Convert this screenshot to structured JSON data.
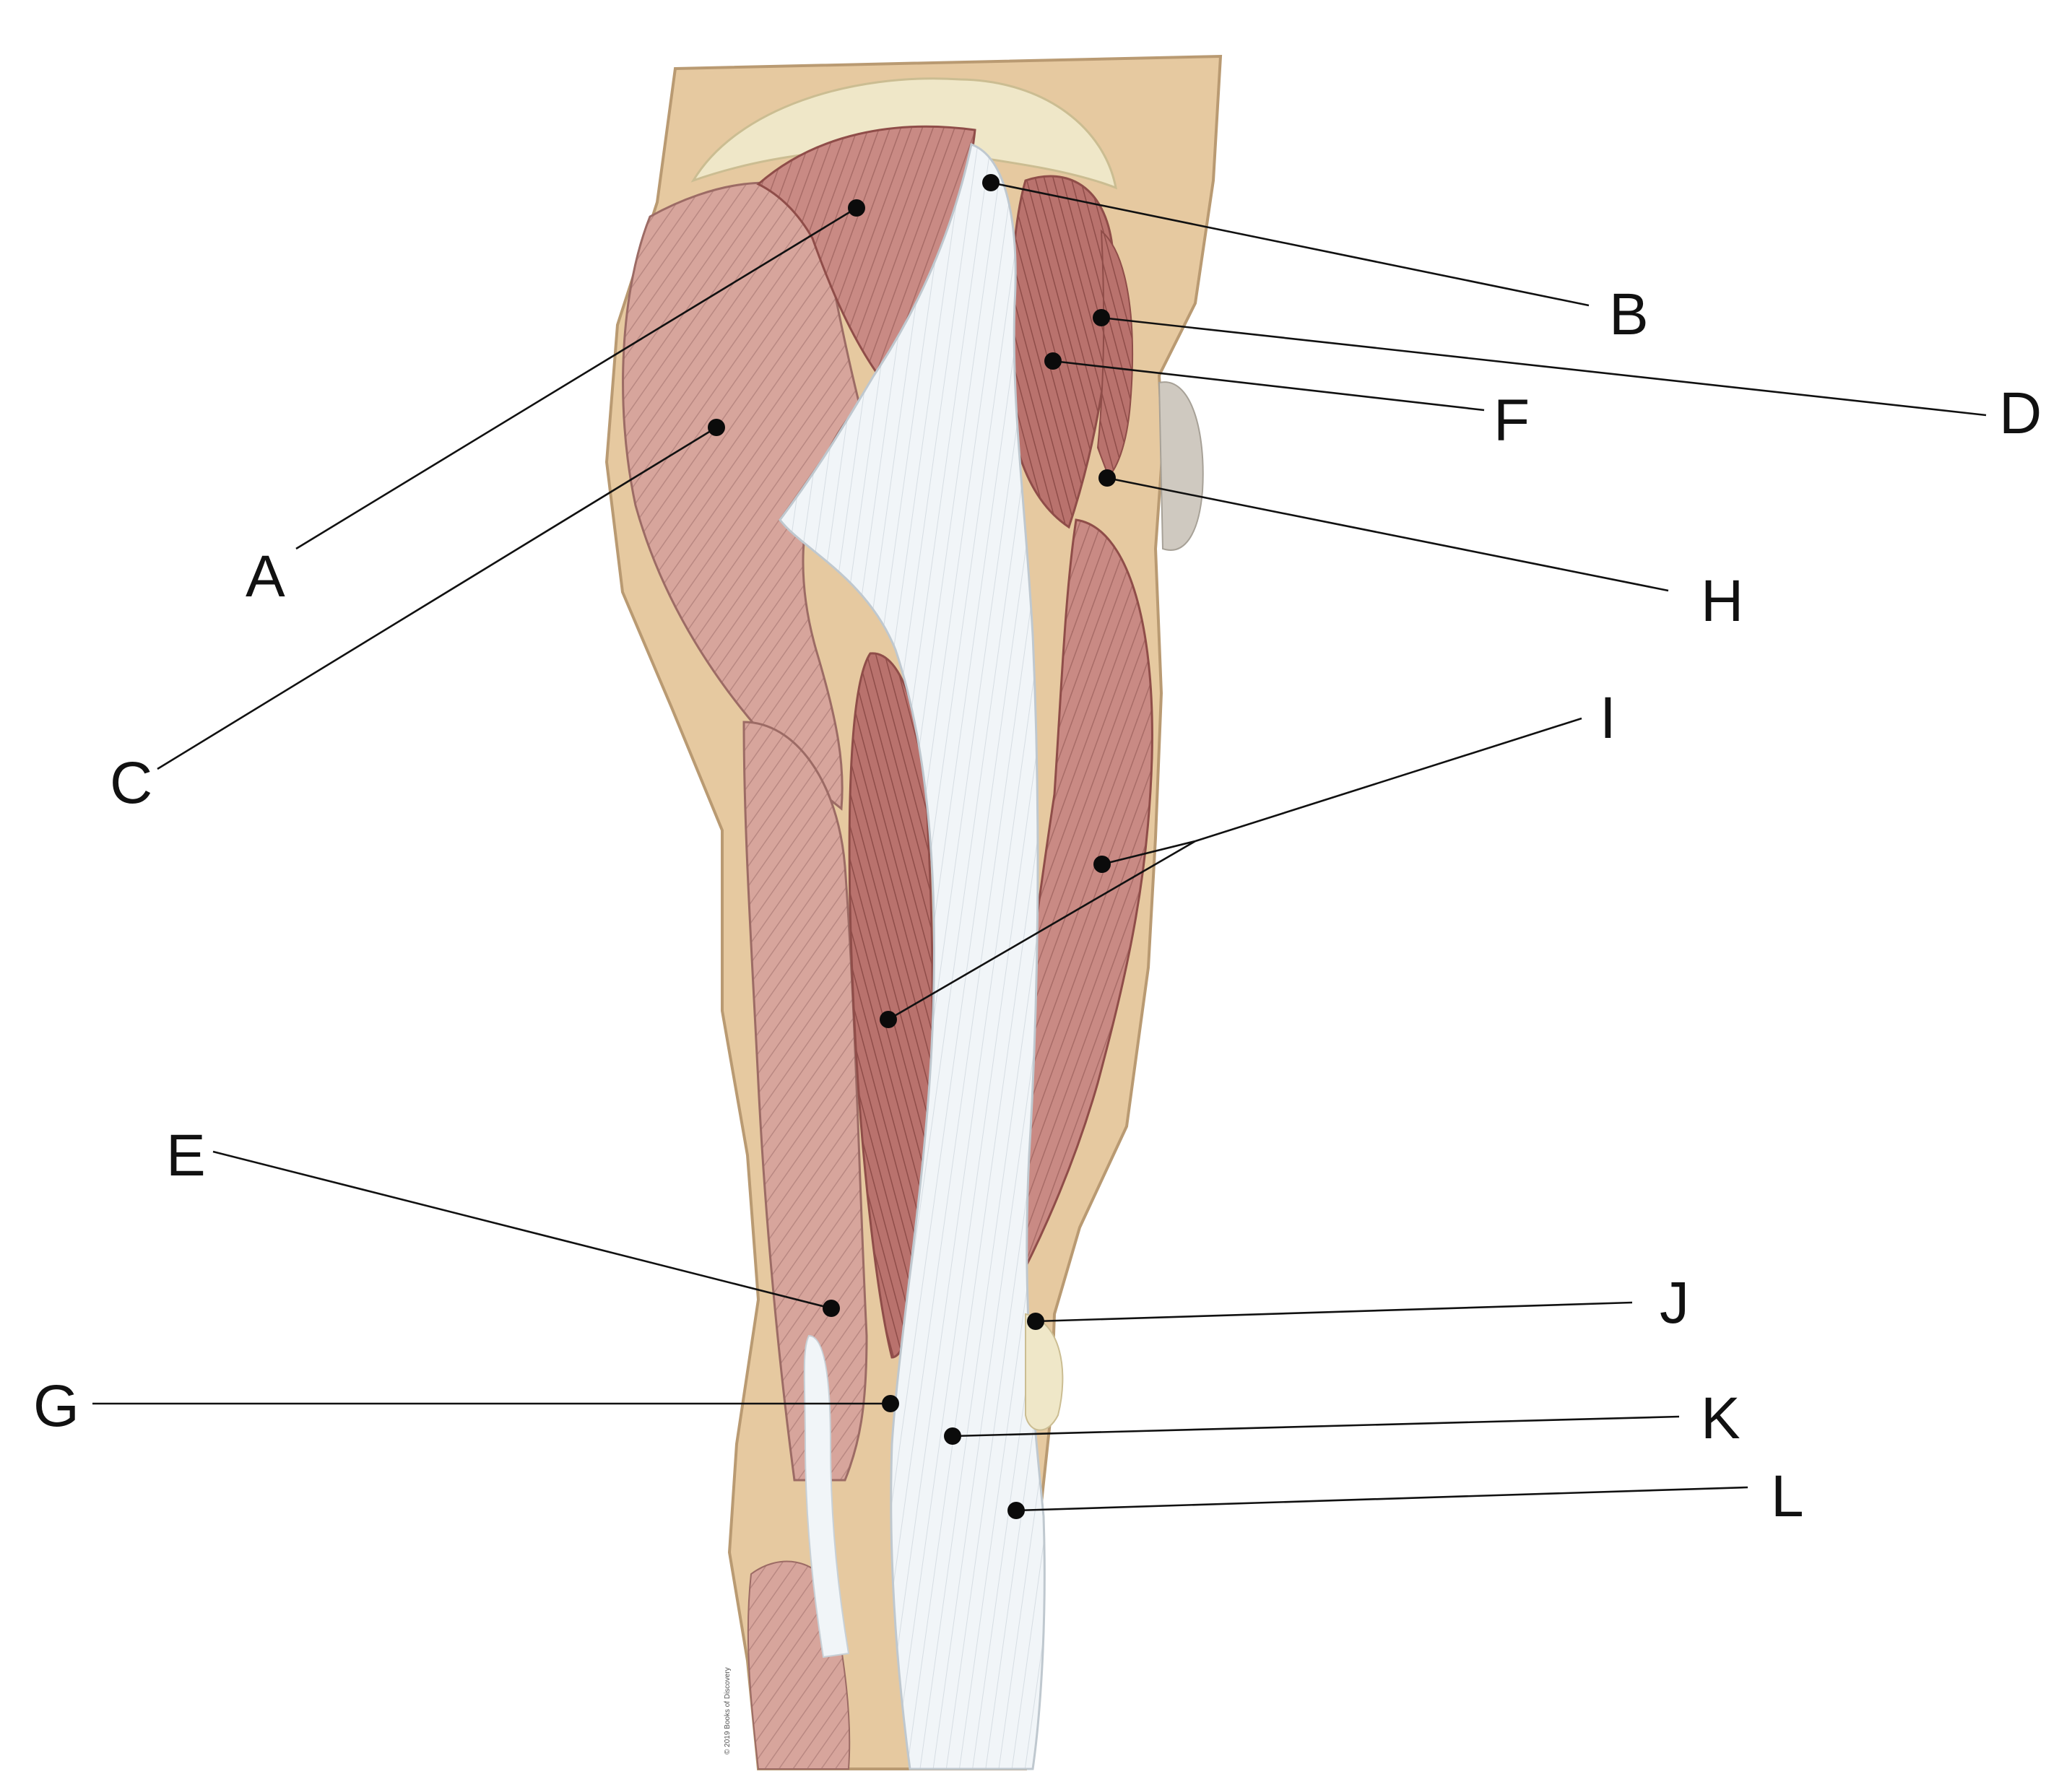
{
  "diagram": {
    "copyright": "© 2019 Books of Discovery",
    "labels": [
      {
        "id": "A",
        "text": "A"
      },
      {
        "id": "B",
        "text": "B"
      },
      {
        "id": "C",
        "text": "C"
      },
      {
        "id": "D",
        "text": "D"
      },
      {
        "id": "E",
        "text": "E"
      },
      {
        "id": "F",
        "text": "F"
      },
      {
        "id": "G",
        "text": "G"
      },
      {
        "id": "H",
        "text": "H"
      },
      {
        "id": "I",
        "text": "I"
      },
      {
        "id": "J",
        "text": "J"
      },
      {
        "id": "K",
        "text": "K"
      },
      {
        "id": "L",
        "text": "L"
      }
    ],
    "colors": {
      "skin": "#e6c9a0",
      "skin_outline": "#b99a72",
      "muscle": "#c98a84",
      "muscle_dark": "#a85b57",
      "muscle_light": "#e3b7ad",
      "fascia": "#f1f5f8",
      "fat": "#efe7c8",
      "leader": "#111111"
    }
  }
}
